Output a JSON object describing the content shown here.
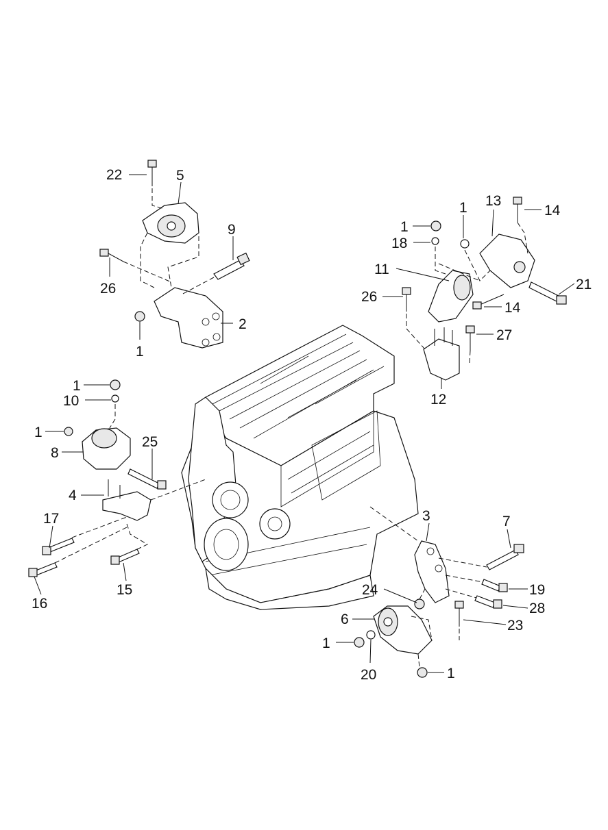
{
  "callouts": [
    {
      "id": "c22",
      "text": "22"
    },
    {
      "id": "c5",
      "text": "5"
    },
    {
      "id": "c9",
      "text": "9"
    },
    {
      "id": "c26a",
      "text": "26"
    },
    {
      "id": "c2",
      "text": "2"
    },
    {
      "id": "c1a",
      "text": "1"
    },
    {
      "id": "c1b",
      "text": "1"
    },
    {
      "id": "c13",
      "text": "13"
    },
    {
      "id": "c14a",
      "text": "14"
    },
    {
      "id": "c1c",
      "text": "1"
    },
    {
      "id": "c18",
      "text": "18"
    },
    {
      "id": "c11",
      "text": "11"
    },
    {
      "id": "c21",
      "text": "21"
    },
    {
      "id": "c26b",
      "text": "26"
    },
    {
      "id": "c14b",
      "text": "14"
    },
    {
      "id": "c27",
      "text": "27"
    },
    {
      "id": "c12",
      "text": "12"
    },
    {
      "id": "c1d",
      "text": "1"
    },
    {
      "id": "c10",
      "text": "10"
    },
    {
      "id": "c1e",
      "text": "1"
    },
    {
      "id": "c8",
      "text": "8"
    },
    {
      "id": "c25",
      "text": "25"
    },
    {
      "id": "c4",
      "text": "4"
    },
    {
      "id": "c17",
      "text": "17"
    },
    {
      "id": "c16",
      "text": "16"
    },
    {
      "id": "c15",
      "text": "15"
    },
    {
      "id": "c3",
      "text": "3"
    },
    {
      "id": "c7",
      "text": "7"
    },
    {
      "id": "c19",
      "text": "19"
    },
    {
      "id": "c24",
      "text": "24"
    },
    {
      "id": "c28",
      "text": "28"
    },
    {
      "id": "c6",
      "text": "6"
    },
    {
      "id": "c23",
      "text": "23"
    },
    {
      "id": "c1f",
      "text": "1"
    },
    {
      "id": "c20",
      "text": "20"
    },
    {
      "id": "c1g",
      "text": "1"
    }
  ]
}
